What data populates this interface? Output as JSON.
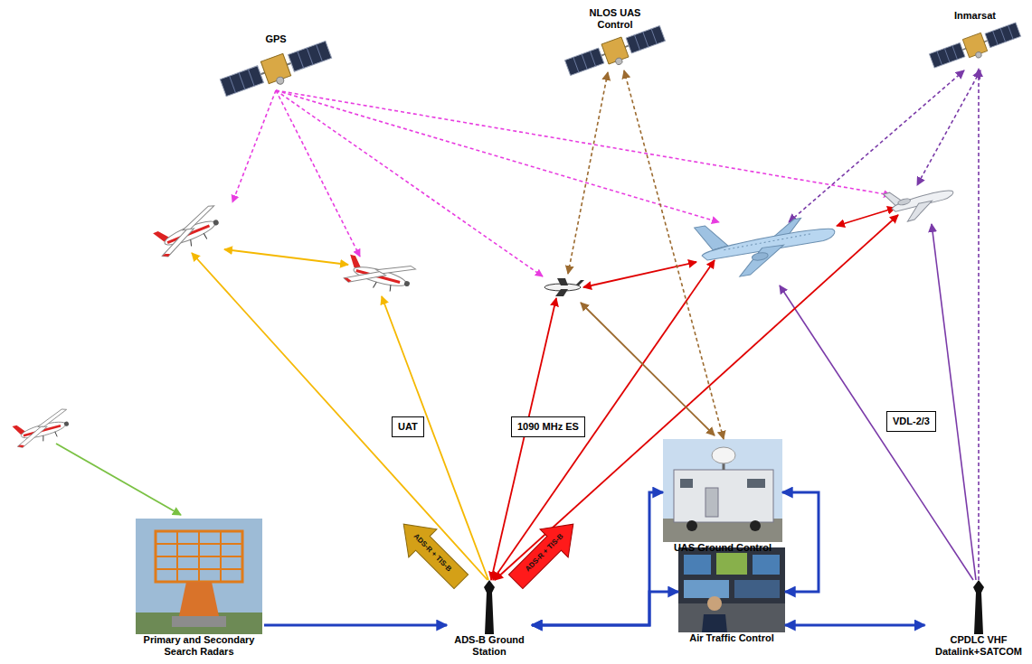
{
  "diagram": {
    "nodes": [
      {
        "text": [
          "GPS"
        ]
      },
      {
        "text": [
          "NLOS UAS Control"
        ]
      },
      {
        "text": [
          "Inmarsat"
        ]
      },
      {
        "text": [
          "Primary and Secondary Search Radars"
        ]
      },
      {
        "text": [
          "ADS-B Ground Station"
        ]
      },
      {
        "text": [
          "UAS Ground Control"
        ]
      },
      {
        "text": [
          "Air Traffic Control"
        ]
      },
      {
        "text": [
          "CPDLC VHF Datalink+SATCOM"
        ]
      }
    ],
    "edges": [
      {
        "from": 3,
        "to": 4,
        "arrow": "to"
      },
      {
        "from": 4,
        "to": 5,
        "arrow": "both"
      },
      {
        "from": 4,
        "to": 6,
        "arrow": "both"
      },
      {
        "from": 5,
        "to": 6,
        "arrow": "both"
      },
      {
        "from": 6,
        "to": 7,
        "arrow": "both"
      },
      {
        "from": 5,
        "to": 1,
        "arrow": "both"
      },
      {
        "from": 7,
        "to": 2,
        "arrow": "to"
      }
    ],
    "labels": [
      "UAT",
      "1090 MHz ES",
      "VDL-2/3",
      "ADS-R + TIS-B",
      "ADS-R + TIS-B"
    ]
  }
}
